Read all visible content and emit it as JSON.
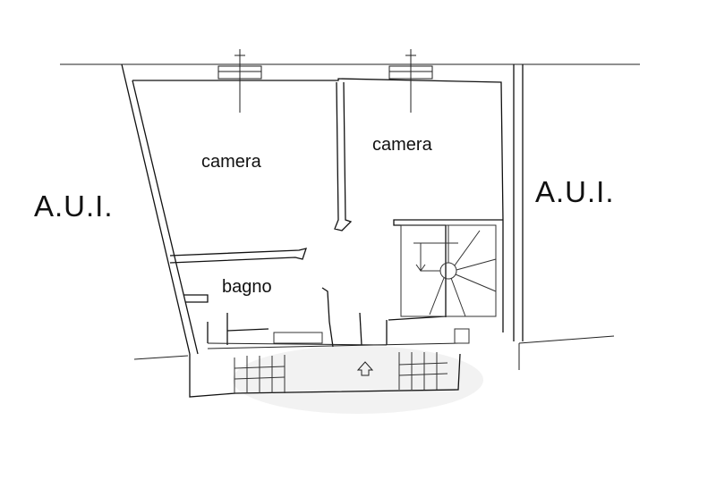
{
  "labels": {
    "room_1": "camera",
    "room_2": "camera",
    "room_3": "bagno",
    "adjacent_left": "A.U.I.",
    "adjacent_right": "A.U.I."
  },
  "colors": {
    "line": "#111111",
    "background": "#ffffff",
    "watermark": "#e8e8e8"
  }
}
